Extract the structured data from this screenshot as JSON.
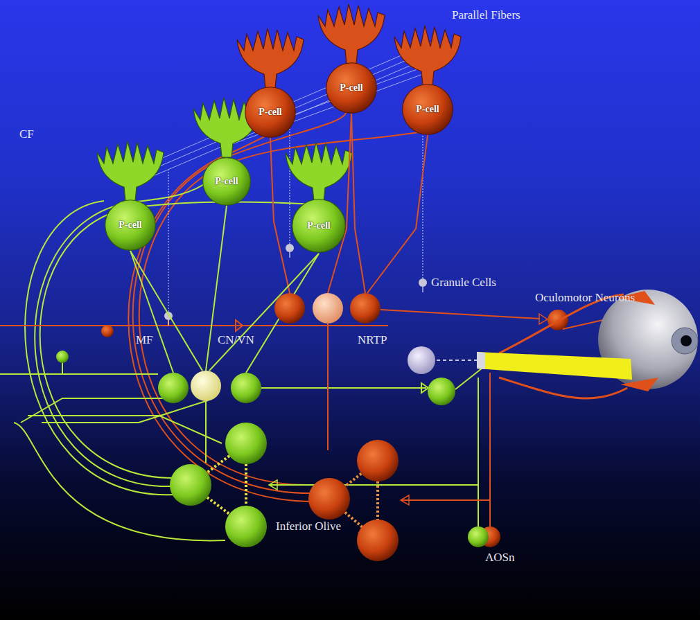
{
  "diagram": {
    "nodes": [
      {
        "text": [
          "P-cell"
        ]
      },
      {
        "text": [
          "P-cell"
        ]
      },
      {
        "text": [
          "P-cell"
        ]
      },
      {
        "text": [
          "P-cell"
        ]
      },
      {
        "text": [
          "P-cell"
        ]
      },
      {
        "text": [
          "P-cell"
        ]
      }
    ],
    "labels": [
      "Parallel Fibers",
      "CF",
      "MF",
      "CN/VN",
      "NRTP",
      "Granule Cells",
      "Oculomotor Neurons",
      "Inferior Olive",
      "AOSn"
    ]
  }
}
